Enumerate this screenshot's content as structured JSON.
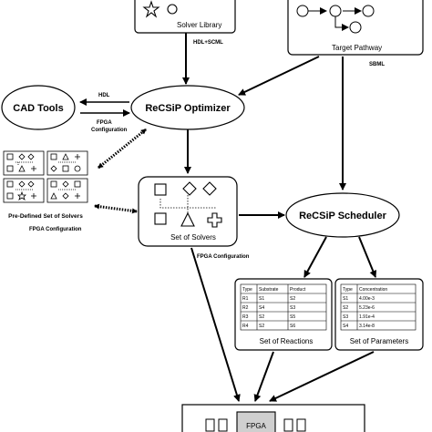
{
  "nodes": {
    "solver_library": "Solver Library",
    "target_pathway": "Target Pathway",
    "cad_tools": "CAD Tools",
    "optimizer": "ReCSiP Optimizer",
    "scheduler": "ReCSiP Scheduler",
    "set_of_solvers": "Set of Solvers",
    "predefined_solvers": "Pre-Defined Set of Solvers",
    "set_of_reactions": "Set of Reactions",
    "set_of_parameters": "Set of Parameters",
    "fpga": "FPGA"
  },
  "edge_labels": {
    "hdl_scml": "HDL+SCML",
    "sbml": "SBML",
    "hdl": "HDL",
    "fpga_config_1_line1": "FPGA",
    "fpga_config_1_line2": "Configuration",
    "fpga_config_2": "FPGA Configuration",
    "fpga_config_3": "FPGA Configuration"
  },
  "reactions_table": {
    "headers": [
      "Type",
      "Substrate",
      "Product"
    ],
    "rows": [
      [
        "R1",
        "S1",
        "S2"
      ],
      [
        "R2",
        "S4",
        "S3"
      ],
      [
        "R3",
        "S2",
        "S5"
      ],
      [
        "R4",
        "S2",
        "S6"
      ]
    ]
  },
  "parameters_table": {
    "headers": [
      "Type",
      "Concentration"
    ],
    "rows": [
      [
        "S1",
        "4.00e-3"
      ],
      [
        "S2",
        "5.23e-6"
      ],
      [
        "S3",
        "1.91e-4"
      ],
      [
        "S4",
        "3.14e-8"
      ]
    ]
  }
}
